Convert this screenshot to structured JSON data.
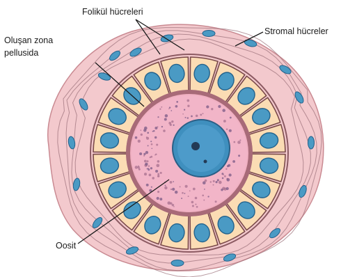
{
  "labels": {
    "follicle_cells": "Folikül hücreleri",
    "stromal_cells": "Stromal hücreler",
    "zona_line1": "Oluşan zona",
    "zona_line2": "pellusida",
    "oocyte": "Oosit"
  },
  "colors": {
    "stroma": "#f3c9cd",
    "stroma_edge": "#c98a92",
    "follicle_cell": "#fbdcb4",
    "cell_border": "#7a4a4a",
    "nucleus": "#4a9ac4",
    "nucleus_dark": "#23628c",
    "zona": "#a86a78",
    "oocyte": "#f2b5c8",
    "oocyte_nucleus": "#3f8fbe",
    "leader": "#1a1a1a"
  }
}
